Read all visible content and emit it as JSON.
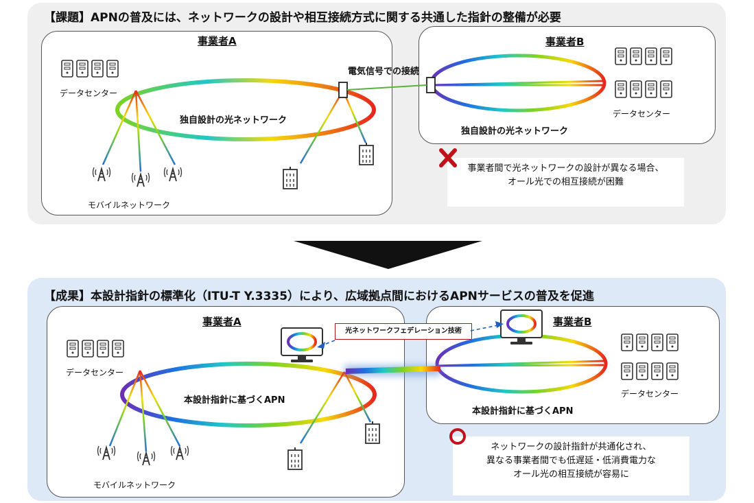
{
  "top": {
    "title": "【課題】APNの普及には、ネットワークの設計や相互接続方式に関する共通した指針の整備が必要",
    "operator_a": "事業者A",
    "operator_b": "事業者B",
    "datacenter_a": "データセンター",
    "datacenter_b": "データセンター",
    "network_a": "独自設計の光ネットワーク",
    "network_b": "独自設計の光ネットワーク",
    "mobile": "モバイルネットワーク",
    "connection_label": "電気信号での接続",
    "note_line1": "事業者間で光ネットワークの設計が異なる場合、",
    "note_line2": "オール光での相互接続が困難"
  },
  "bottom": {
    "title": "【成果】本設計指針の標準化（ITU-T Y.3335）により、広域拠点間におけるAPNサービスの普及を促進",
    "operator_a": "事業者A",
    "operator_b": "事業者B",
    "datacenter_a": "データセンター",
    "datacenter_b": "データセンター",
    "network_a": "本設計指針に基づくAPN",
    "network_b": "本設計指針に基づくAPN",
    "mobile": "モバイルネットワーク",
    "federation": "光ネットワークフェデレーション技術",
    "note_line1": "ネットワークの設計指針が共通化され、",
    "note_line2": "異なる事業者間でも低遅延・低消費電力な",
    "note_line3": "オール光の相互接続が容易に"
  },
  "colors": {
    "fail": "#c0121b",
    "success": "#c0121b",
    "federation_border": "#b0151b"
  }
}
